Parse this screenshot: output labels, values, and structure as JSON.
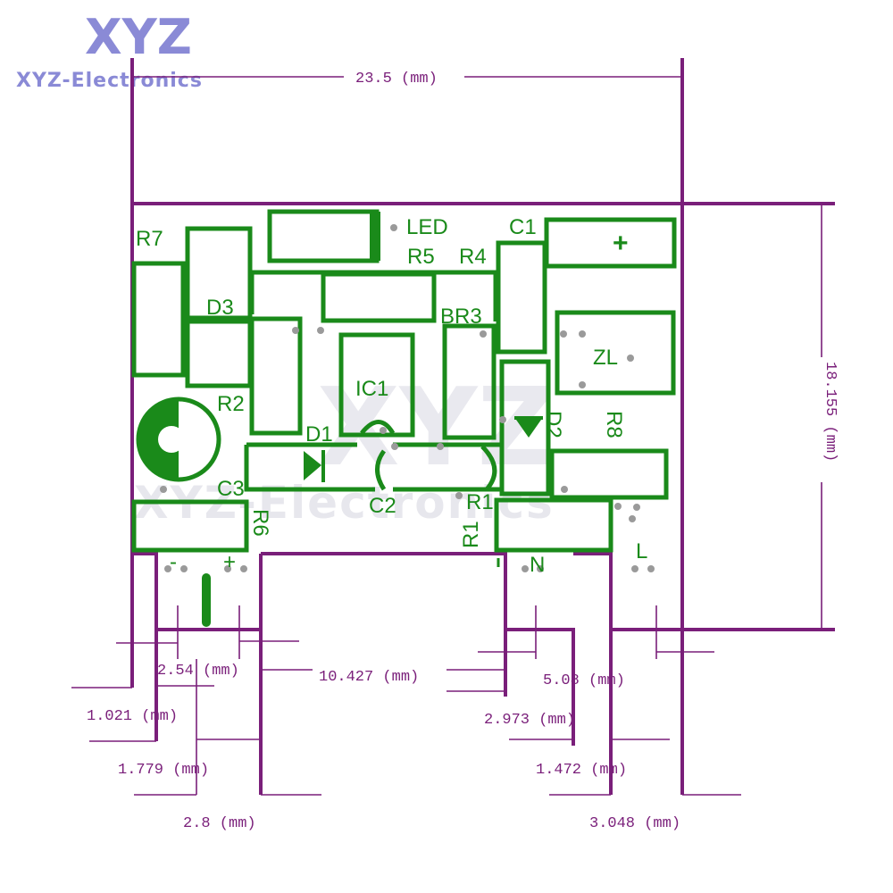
{
  "brand": {
    "logo_text": "XYZ",
    "logo_subtext": "XYZ-Electronics",
    "watermark_text": "XYZ",
    "watermark_subtext": "XYZ-Electronics"
  },
  "colors": {
    "board_outline": "#1a8a1a",
    "dimension_lines": "#7a1f7a",
    "logo": "#8a8ad6",
    "pads": "#9a9a9a"
  },
  "components": {
    "r7": "R7",
    "d3": "D3",
    "led": "LED",
    "r5": "R5",
    "r4": "R4",
    "c1": "C1",
    "plus_c1": "+",
    "br3": "BR3",
    "zl": "ZL",
    "ic1": "IC1",
    "r2": "R2",
    "d1": "D1",
    "d2": "D2",
    "r8": "R8",
    "c3": "C3",
    "c2": "C2",
    "r1_h": "R1",
    "r1_v": "R1",
    "r6": "R6",
    "minus": "-",
    "plus": "+",
    "n": "N",
    "l": "L"
  },
  "dimensions": {
    "width": "23.5 (mm)",
    "height": "18.155 (mm)",
    "pitch_dc": "2.54 (mm)",
    "center_gap": "10.427 (mm)",
    "pitch_ac": "5.08 (mm)",
    "left_offset": "1.021 (mm)",
    "ac_offset": "2.973 (mm)",
    "dc_pin_offset": "1.779 (mm)",
    "ac_pin_offset": "1.472 (mm)",
    "dc_tab_width": "2.8 (mm)",
    "ac_tab_width": "3.048 (mm)"
  }
}
